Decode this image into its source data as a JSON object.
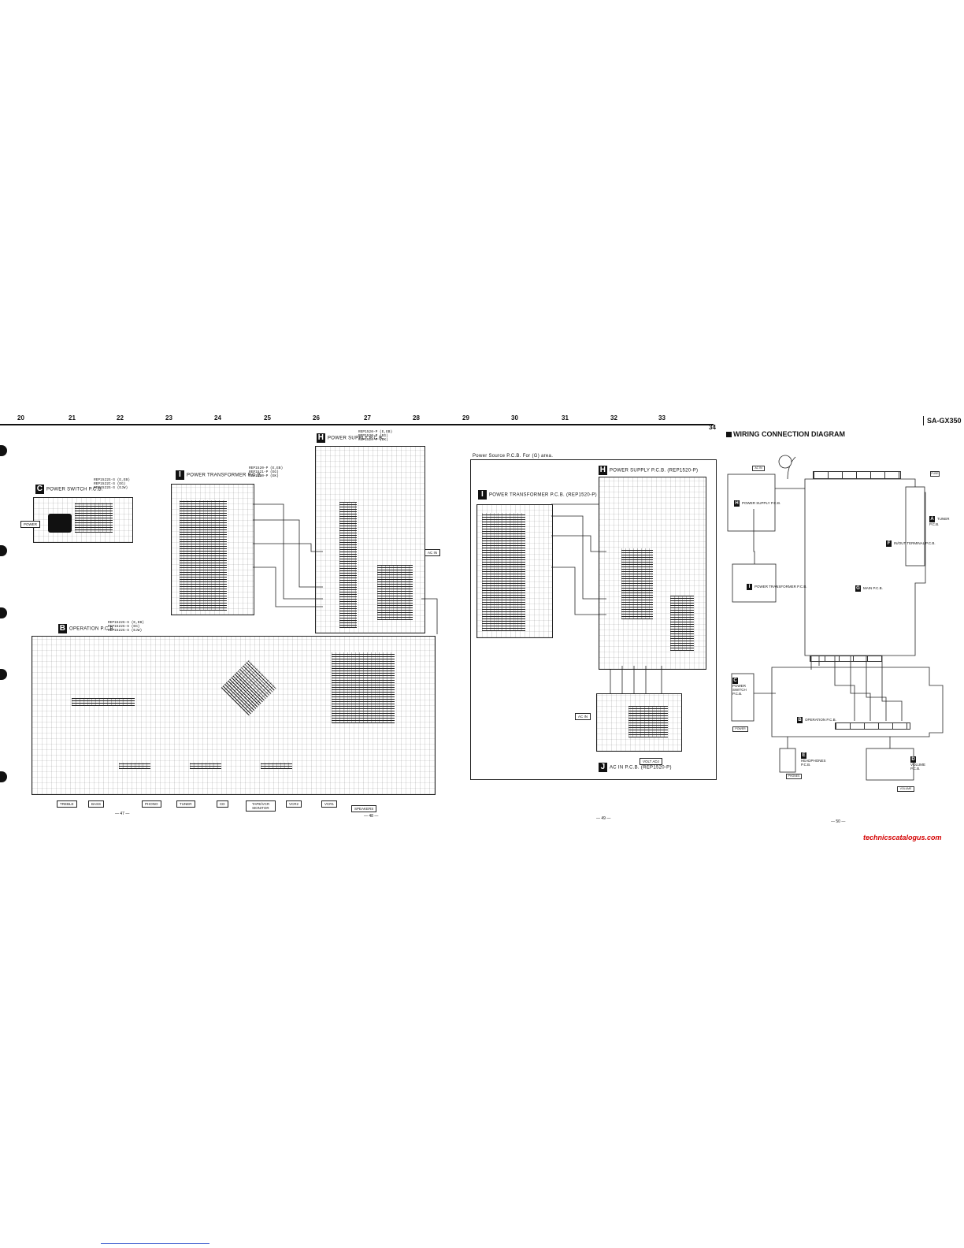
{
  "ruler": {
    "numbers": [
      "20",
      "21",
      "22",
      "23",
      "24",
      "25",
      "26",
      "27",
      "28",
      "29",
      "30",
      "31",
      "32",
      "33",
      "34"
    ]
  },
  "model": "SA-GX350",
  "boards": {
    "power_switch": {
      "letter": "C",
      "title": "POWER SWITCH P.C.B.",
      "parts": "REP1522G-S (E,EB)\nREP1522C-S (EG)\nREP1522G-S (EJW)"
    },
    "power_transformer_left": {
      "letter": "I",
      "title": "POWER TRANSFORMER P.C.B.",
      "parts": "REP1520-P (E,EB)\nREP1521-P (EG)\nREP1520-P (EK)"
    },
    "power_supply_left": {
      "letter": "H",
      "title": "POWER SUPPLY P.C.B.",
      "parts": "REP1520-P (E,EB)\nREP1520-P (EG)\nREP1520-P (EK)"
    },
    "operation": {
      "letter": "B",
      "title": "OPERATION P.C.B.",
      "parts": "REP1522G-S (E,EB)\nREP1522G-S (EG)\nREP1522G-S (EJW)"
    },
    "power_source_note": "Power Source P.C.B. For (G) area.",
    "power_supply_right": {
      "letter": "H",
      "title": "POWER SUPPLY P.C.B. (REP1520-P)"
    },
    "power_transformer_right": {
      "letter": "I",
      "title": "POWER TRANSFORMER P.C.B. (REP1520-P)"
    },
    "ac_in": {
      "letter": "J",
      "title": "AC IN P.C.B. (REP1520-P)"
    }
  },
  "jacks": [
    "TREBLE",
    "BASS",
    "PHONO",
    "TUNER",
    "CD",
    "TAPE/VCR MONITOR",
    "VCR2",
    "VCR1",
    "SPEAKERS"
  ],
  "small_labels": {
    "power": "POWER",
    "ac_in_left": "AC IN",
    "ac_in_right": "AC IN",
    "volt_adj": "VOLT ADJ"
  },
  "page_numbers": [
    "— 47 —",
    "— 48 —",
    "— 49 —",
    "— 50 —"
  ],
  "wiring": {
    "title": "WIRING CONNECTION DIAGRAM",
    "labels": {
      "power_supply": "POWER SUPPLY P.C.B.",
      "power_transformer": "POWER TRANSFORMER P.C.B.",
      "main": "MAIN P.C.B.",
      "tuner": "TUNER P.C.B.",
      "in_out_terminal": "IN/OUT TERMINAL P.C.B.",
      "power_switch": "POWER SWITCH P.C.B.",
      "operation": "OPERATION P.C.B.",
      "headphones": "HEADPHONES P.C.B.",
      "volume": "VOLUME P.C.B.",
      "power_word": "POWER",
      "phones": "PHONES",
      "volume_word": "VOLUME",
      "ac_in": "AC IN",
      "fuse": "FUSE"
    },
    "letters": {
      "H": "H",
      "I": "I",
      "G": "G",
      "A": "A",
      "F": "F",
      "C": "C",
      "B": "B",
      "E": "E",
      "D": "D"
    }
  },
  "watermark": "technicscatalogus.com"
}
